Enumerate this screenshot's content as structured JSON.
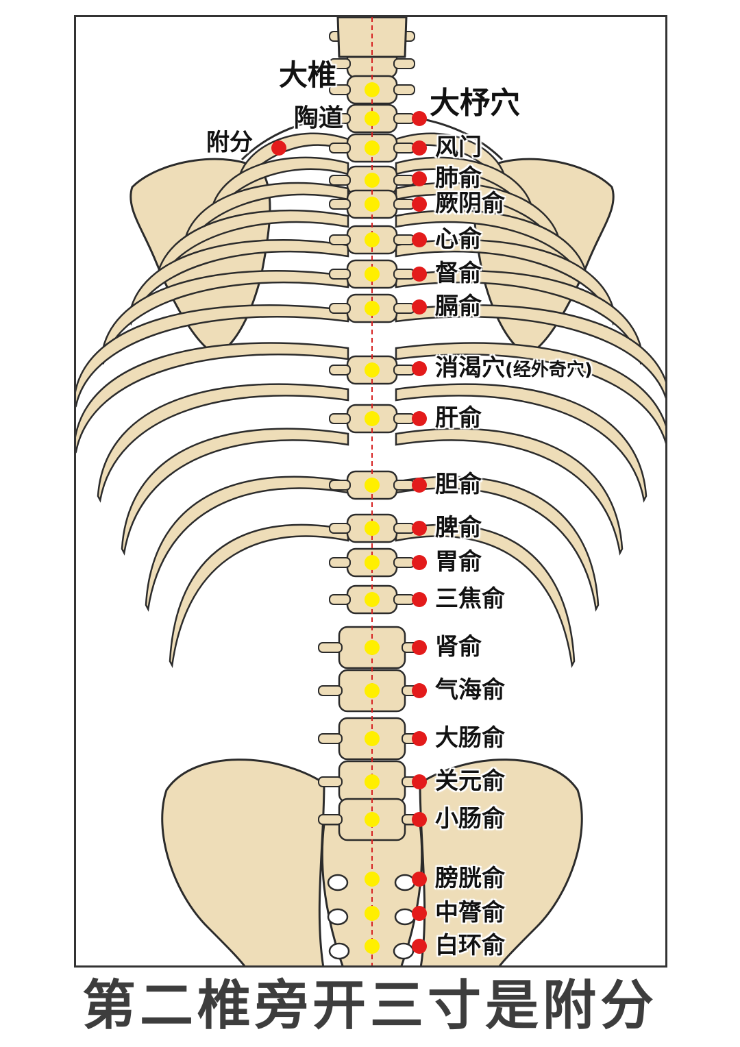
{
  "colors": {
    "bone": "#eeddb8",
    "bone_shadow": "#e0c493",
    "outline": "#2b2b2b",
    "bladder_point": "#e31b1b",
    "du_point": "#ffef00",
    "midline": "#d62020",
    "frame": "#333333",
    "caption": "#3d3d3d"
  },
  "figure": {
    "du_labels": {
      "dazhui": "大椎",
      "taodao": "陶道"
    },
    "fufen": "附分",
    "dazhu": "大杼穴",
    "bladder_points": [
      "风门",
      "肺俞",
      "厥阴俞",
      "心俞",
      "督俞",
      "膈俞",
      "消渴穴",
      "肝俞",
      "胆俞",
      "脾俞",
      "胃俞",
      "三焦俞",
      "肾俞",
      "气海俞",
      "大肠俞",
      "关元俞",
      "小肠俞",
      "膀胱俞",
      "中膂俞",
      "白环俞"
    ],
    "xiaoke_note": "(经外奇穴)"
  },
  "caption": "第二椎旁开三寸是附分"
}
